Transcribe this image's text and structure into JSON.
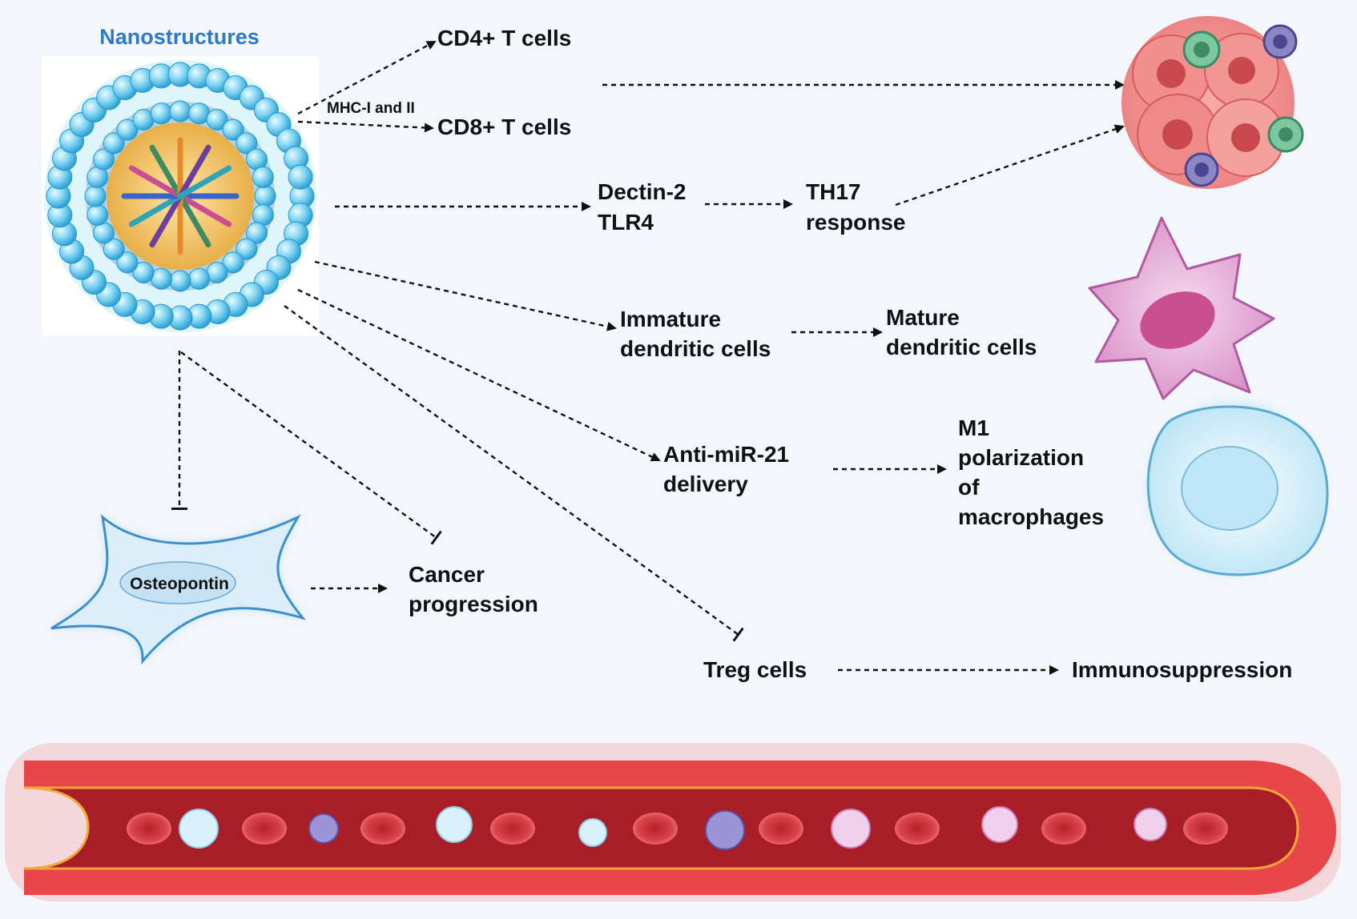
{
  "figure": {
    "nanostructure_title": "Nanostructures",
    "mhc_label": "MHC-I and II",
    "cd4_label": "CD4+ T cells",
    "cd8_label": "CD8+ T cells",
    "dectin_line1": "Dectin-2",
    "dectin_line2": "TLR4",
    "th17_line1": "TH17",
    "th17_line2": "response",
    "immature_line1": "Immature",
    "immature_line2": "dendritic cells",
    "mature_line1": "Mature",
    "mature_line2": "dendritic cells",
    "antimir_line1": "Anti-miR-21",
    "antimir_line2": "delivery",
    "m1_line1": "M1",
    "m1_line2": "polarization",
    "m1_line3": "of",
    "m1_line4": "macrophages",
    "osteopontin_label": "Osteopontin",
    "cancer_line1": "Cancer",
    "cancer_line2": "progression",
    "treg_label": "Treg cells",
    "immuno_label": "Immunosuppression"
  },
  "colors": {
    "title_blue": "#2f79c5",
    "vessel_red": "#e8474a",
    "vessel_dark": "#a81d26",
    "sphere_blue": "#7fd3f2",
    "core_gold": "#f1c56c"
  }
}
